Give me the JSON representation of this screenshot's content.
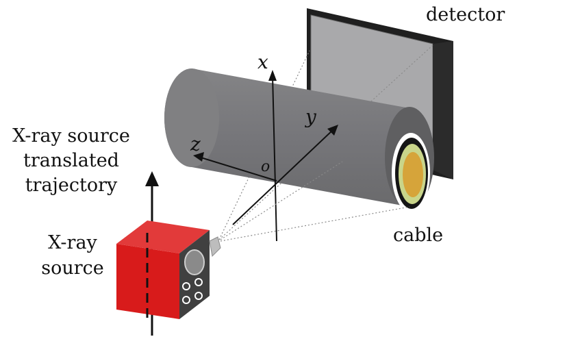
{
  "labels": {
    "detector": "detector",
    "cable": "cable",
    "source_line1": "X-ray",
    "source_line2": "source",
    "trajectory_line1": "X-ray source",
    "trajectory_line2": "translated",
    "trajectory_line3": "trajectory"
  },
  "axes": {
    "x": "x",
    "y": "y",
    "z": "z",
    "origin": "o"
  },
  "colors": {
    "cylinder": "#7b7b7d",
    "cylinder_dark": "#68686a",
    "detector_frame": "#1f1f1f",
    "detector_face": "#a9a9ab",
    "source_red": "#d81b1b",
    "source_red_dark": "#a81212",
    "source_side": "#404040",
    "cable_core": "#d6a43a",
    "cable_insulation": "#c9d58a"
  }
}
